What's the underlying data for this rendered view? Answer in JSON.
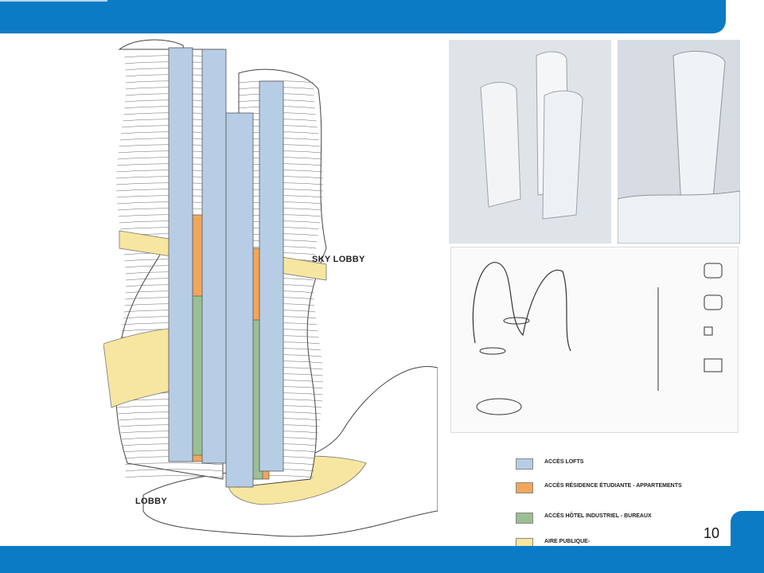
{
  "slide": {
    "page_number": "10"
  },
  "diagram": {
    "sky_lobby_label": "SKY LOBBY",
    "lobby_label": "LOBBY",
    "colors": {
      "lofts": "#b7cde6",
      "residence": "#f2a65a",
      "hotel": "#9bbf92",
      "public": "#f7e6a0"
    }
  },
  "legend": {
    "items": [
      {
        "label": "ACCÈS LOFTS",
        "color": "#b7cde6"
      },
      {
        "label": "ACCÈS RÉSIDENCE ÉTUDIANTE - APPARTEMENTS",
        "color": "#f2a65a"
      },
      {
        "label": "ACCÈS HÔTEL INDUSTRIEL - BUREAUX",
        "color": "#9bbf92"
      },
      {
        "label": "AIRE PUBLIQUE-",
        "color": "#f7e6a0"
      }
    ]
  }
}
